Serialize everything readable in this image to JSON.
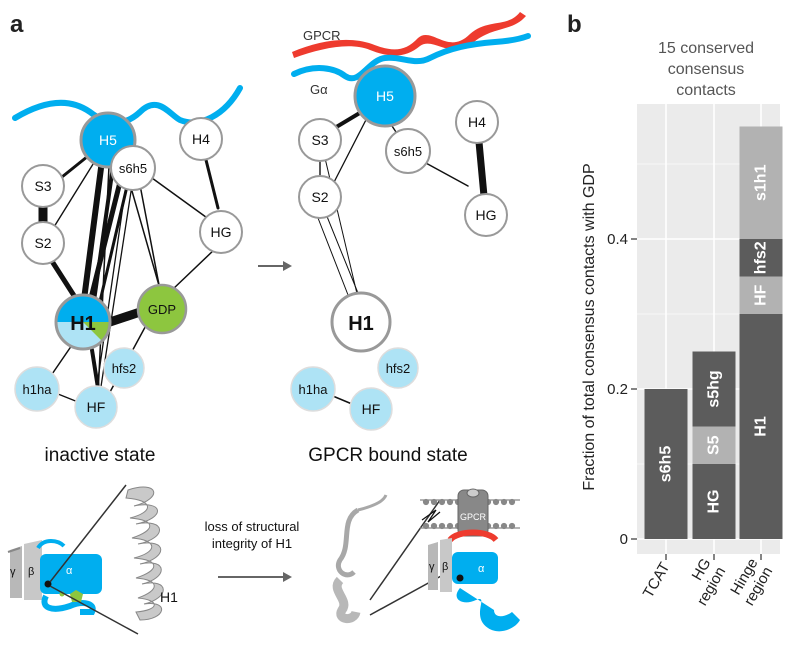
{
  "panels": {
    "a": "a",
    "b": "b"
  },
  "colors": {
    "blue": "#00aeef",
    "light_blue": "#aee3f5",
    "green": "#8dc63f",
    "red": "#ee3b2e",
    "dark_bar": "#5c5c5c",
    "light_bar": "#b2b2b2",
    "node_stroke": "#999999"
  },
  "inactive": {
    "caption": "inactive state",
    "nodes": {
      "H5": "H5",
      "S3": "S3",
      "S2": "S2",
      "s6h5": "s6h5",
      "H4": "H4",
      "HG": "HG",
      "H1": "H1",
      "GDP": "GDP",
      "h1ha": "h1ha",
      "HF": "HF",
      "hfs2": "hfs2"
    }
  },
  "bound": {
    "caption": "GPCR bound state",
    "gpcr_label": "GPCR",
    "galpha_label": "Gα",
    "nodes": {
      "H5": "H5",
      "S3": "S3",
      "S2": "S2",
      "s6h5": "s6h5",
      "H4": "H4",
      "HG": "HG",
      "H1": "H1",
      "h1ha": "h1ha",
      "HF": "HF",
      "hfs2": "hfs2"
    }
  },
  "bottom": {
    "loss_line1": "loss of structural",
    "loss_line2": "integrity of H1",
    "h1_label": "H1",
    "gamma": "γ",
    "beta": "β",
    "alpha": "α",
    "gpcr": "GPCR"
  },
  "chart_data": {
    "type": "bar",
    "stacked": true,
    "title": "15 conserved consensus contacts",
    "title_lines": [
      "15 conserved",
      "consensus",
      "contacts"
    ],
    "ylabel": "Fraction of total consensus contacts with GDP",
    "ylim": [
      0,
      0.6
    ],
    "yticks": [
      0,
      0.2,
      0.4
    ],
    "ytick_labels": [
      "0",
      "0.2",
      "0.4"
    ],
    "grid": true,
    "categories": [
      "TCAT",
      "HG region",
      "Hinge region"
    ],
    "category_lines": [
      [
        "TCAT"
      ],
      [
        "HG",
        "region"
      ],
      [
        "Hinge",
        "region"
      ]
    ],
    "stacks": [
      [
        {
          "label": "s6h5",
          "value": 0.2,
          "shade": "dark"
        }
      ],
      [
        {
          "label": "HG",
          "value": 0.1,
          "shade": "dark"
        },
        {
          "label": "S5",
          "value": 0.05,
          "shade": "light"
        },
        {
          "label": "s5hg",
          "value": 0.1,
          "shade": "dark"
        }
      ],
      [
        {
          "label": "H1",
          "value": 0.3,
          "shade": "dark"
        },
        {
          "label": "HF",
          "value": 0.05,
          "shade": "light"
        },
        {
          "label": "hfs2",
          "value": 0.05,
          "shade": "dark"
        },
        {
          "label": "s1h1",
          "value": 0.15,
          "shade": "light"
        }
      ]
    ]
  }
}
